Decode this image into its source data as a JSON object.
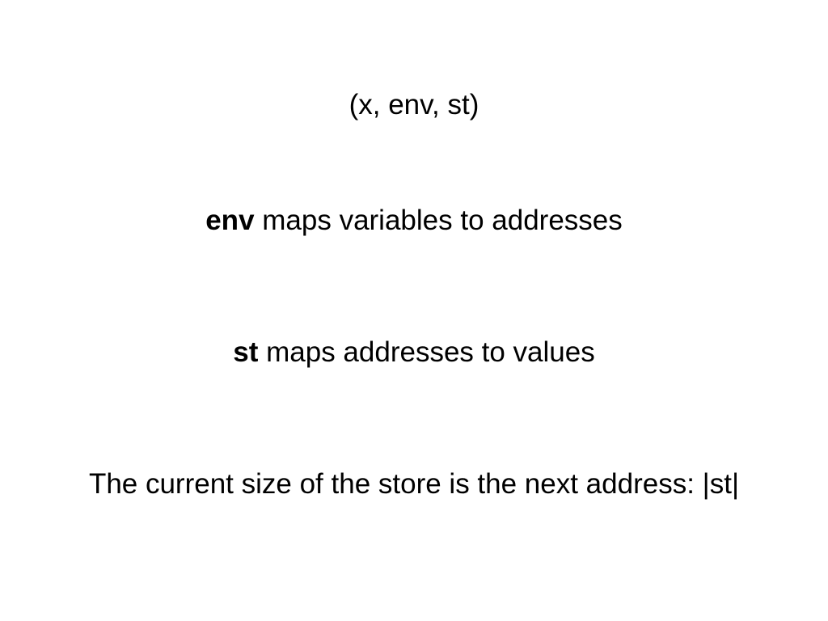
{
  "slide": {
    "tuple_line": "(x, env, st)",
    "env_line": {
      "term": "env",
      "rest": " maps variables to addresses"
    },
    "st_line": {
      "term": "st",
      "rest": " maps addresses to values"
    },
    "store_line": "The current size of the store is the next address: |st|"
  }
}
